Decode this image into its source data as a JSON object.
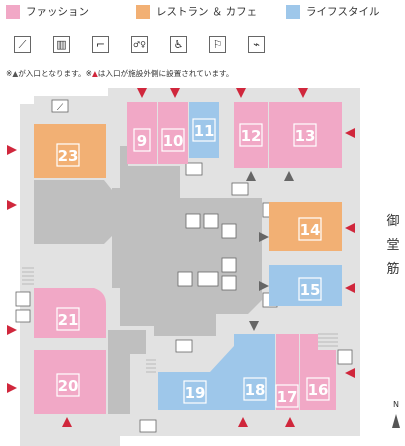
{
  "legend": [
    {
      "label": "ファッション",
      "color": "#f1a8c6"
    },
    {
      "label": "レストラン ＆ カフェ",
      "color": "#f2b074"
    },
    {
      "label": "ライフスタイル",
      "color": "#9ec7ea"
    }
  ],
  "icons": [
    {
      "name": "escalator-icon",
      "glyph": "⟋"
    },
    {
      "name": "elevator-icon",
      "glyph": "▥"
    },
    {
      "name": "stairs-icon",
      "glyph": "⌐"
    },
    {
      "name": "restroom-icon",
      "glyph": "♂♀"
    },
    {
      "name": "accessible-restroom-icon",
      "glyph": "♿"
    },
    {
      "name": "nursing-room-icon",
      "glyph": "⚐"
    },
    {
      "name": "smoking-area-icon",
      "glyph": "⌁"
    }
  ],
  "note": {
    "part1": "※",
    "mark": "▲",
    "part2": "が入口となります。※",
    "part3": "は入口が施設外側に設置されています。"
  },
  "street_label": "御堂筋",
  "north_label": "N",
  "colors": {
    "fashion": "#f1a8c6",
    "restaurant": "#f2b074",
    "lifestyle": "#9ec7ea",
    "common": "#bfbfbf",
    "corridor": "#e2e2e2",
    "entrance_outer": "#d0273c",
    "entrance_inner": "#666666"
  },
  "shops": [
    {
      "number": "9",
      "category": "fashion"
    },
    {
      "number": "10",
      "category": "fashion"
    },
    {
      "number": "11",
      "category": "lifestyle"
    },
    {
      "number": "12",
      "category": "fashion"
    },
    {
      "number": "13",
      "category": "fashion"
    },
    {
      "number": "14",
      "category": "restaurant"
    },
    {
      "number": "15",
      "category": "lifestyle"
    },
    {
      "number": "16",
      "category": "fashion"
    },
    {
      "number": "17",
      "category": "fashion"
    },
    {
      "number": "18",
      "category": "lifestyle"
    },
    {
      "number": "19",
      "category": "lifestyle"
    },
    {
      "number": "20",
      "category": "fashion"
    },
    {
      "number": "21",
      "category": "fashion"
    },
    {
      "number": "23",
      "category": "restaurant"
    }
  ]
}
